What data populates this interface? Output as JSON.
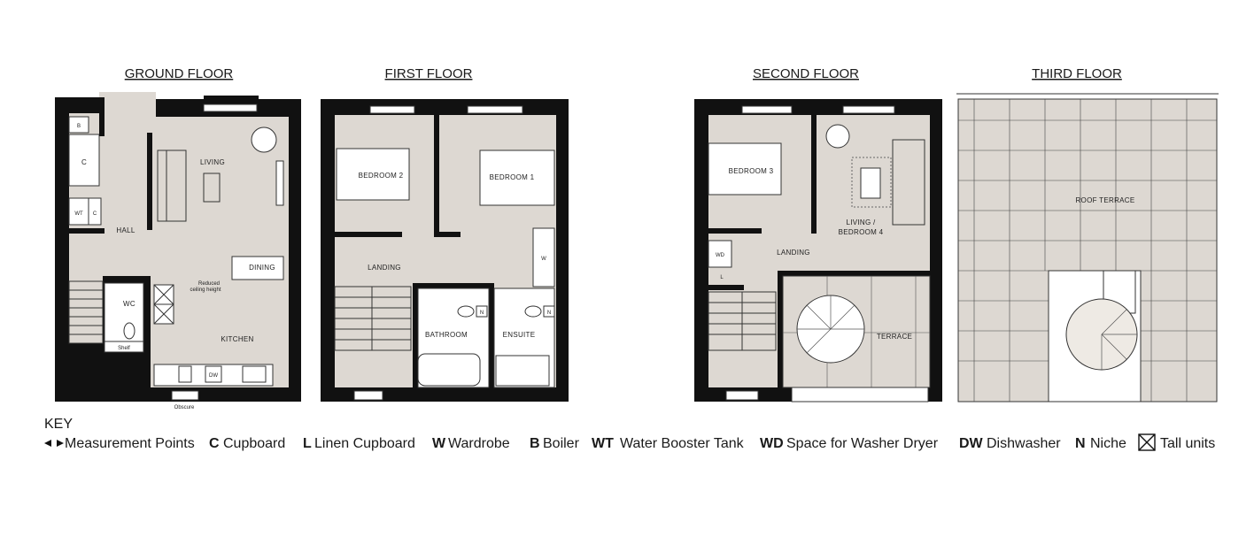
{
  "floors": {
    "ground": {
      "title": "GROUND FLOOR",
      "rooms": {
        "b": "B",
        "c1": "C",
        "wt": "WT",
        "c2": "C",
        "living": "LIVING",
        "hall": "HALL",
        "dining": "DINING",
        "wc": "WC",
        "kitchen": "KITCHEN",
        "dw": "DW",
        "reduced_1": "Reduced",
        "reduced_2": "ceiling height",
        "shelf": "Shelf",
        "obscure": "Obscure"
      }
    },
    "first": {
      "title": "FIRST FLOOR",
      "rooms": {
        "bedroom2": "BEDROOM 2",
        "bedroom1": "BEDROOM 1",
        "landing": "LANDING",
        "w": "W",
        "bathroom": "BATHROOM",
        "ensuite": "ENSUITE",
        "n1": "N",
        "n2": "N"
      }
    },
    "second": {
      "title": "SECOND FLOOR",
      "rooms": {
        "bedroom3": "BEDROOM 3",
        "living_bed4_1": "LIVING /",
        "living_bed4_2": "BEDROOM 4",
        "wd": "WD",
        "l": "L",
        "landing": "LANDING",
        "terrace": "TERRACE"
      }
    },
    "third": {
      "title": "THIRD FLOOR",
      "rooms": {
        "roof_terrace": "ROOF TERRACE"
      }
    }
  },
  "key": {
    "title": "KEY",
    "items": [
      {
        "code": "",
        "icon": "measurement-arrows-icon",
        "label": "Measurement Points"
      },
      {
        "code": "C",
        "label": "Cupboard"
      },
      {
        "code": "L",
        "label": "Linen Cupboard"
      },
      {
        "code": "W",
        "label": "Wardrobe"
      },
      {
        "code": "B",
        "label": "Boiler"
      },
      {
        "code": "WT",
        "label": "Water Booster Tank"
      },
      {
        "code": "WD",
        "label": "Space for Washer Dryer"
      },
      {
        "code": "DW",
        "label": "Dishwasher"
      },
      {
        "code": "N",
        "label": "Niche"
      },
      {
        "code": "",
        "icon": "crossed-box-icon",
        "label": "Tall units"
      }
    ]
  },
  "colors": {
    "wall": "#111111",
    "floor": "#ddd8d2",
    "line": "#333333",
    "white": "#ffffff"
  }
}
